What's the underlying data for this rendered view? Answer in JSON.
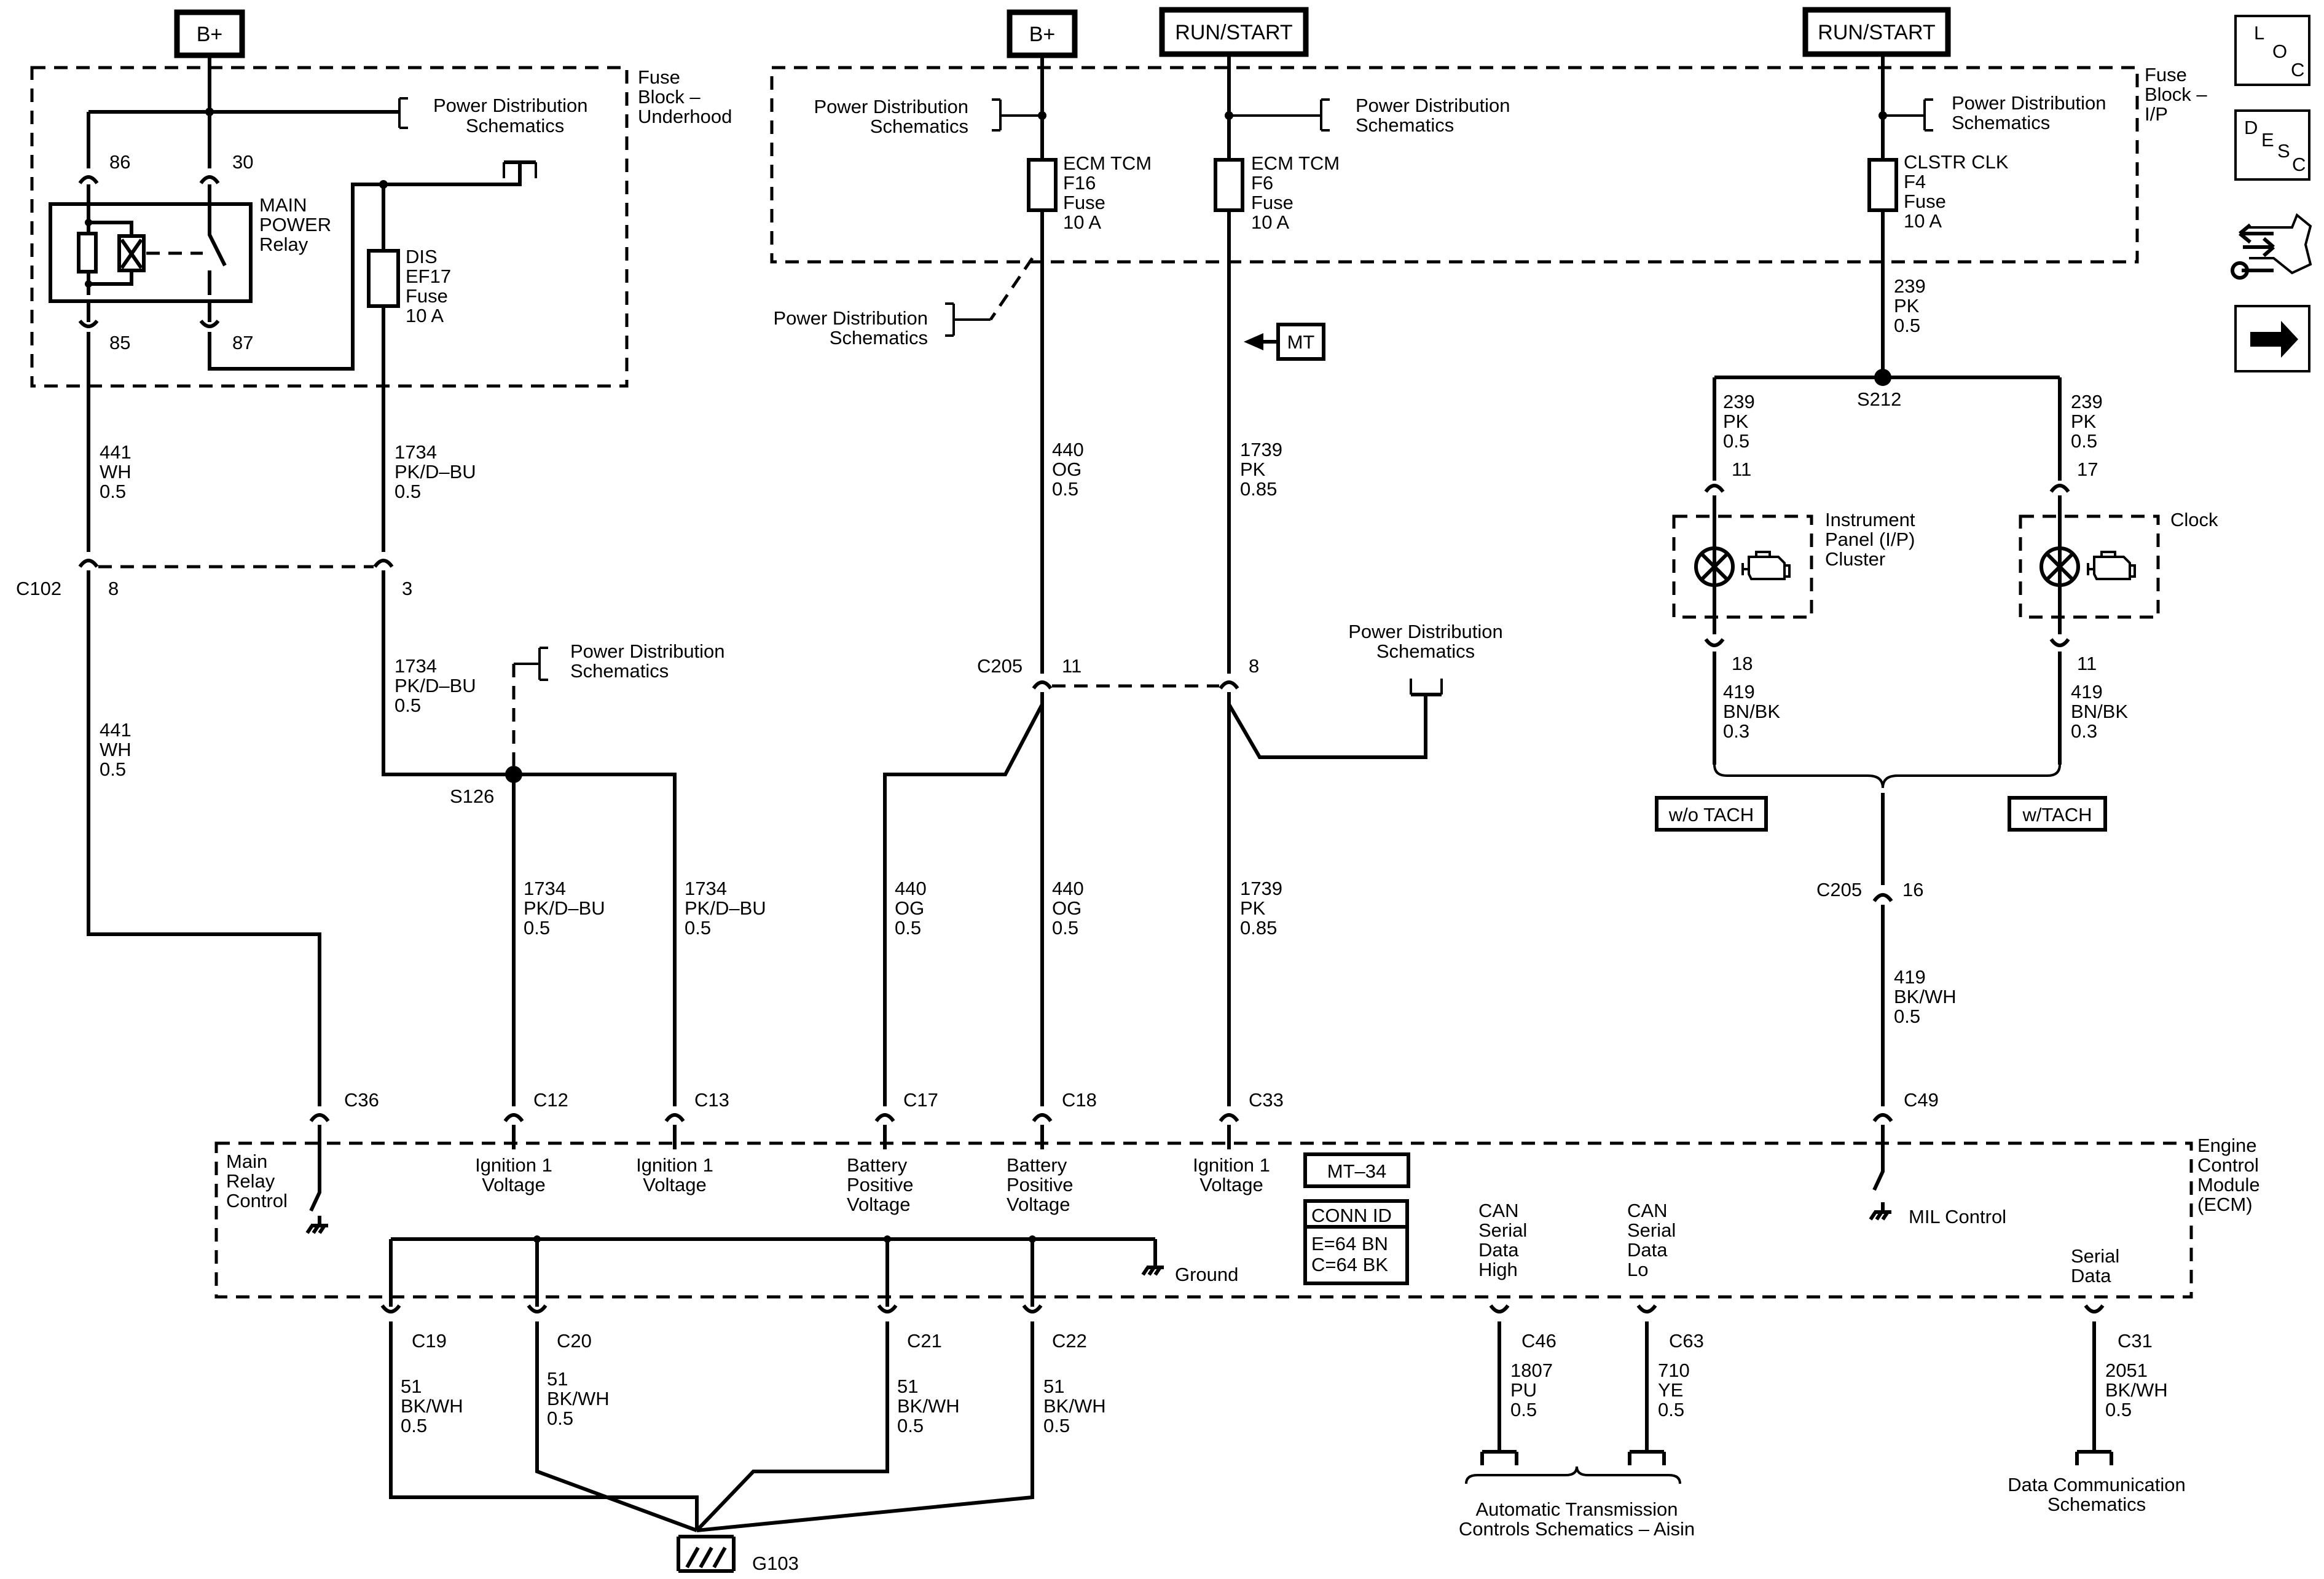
{
  "header": {
    "bplus_1": "B+",
    "bplus_2": "B+",
    "run_start_1": "RUN/START",
    "run_start_2": "RUN/START"
  },
  "fuse_blocks": {
    "underhood": [
      "Fuse",
      "Block –",
      "Underhood"
    ],
    "ip": [
      "Fuse",
      "Block –",
      "I/P"
    ]
  },
  "power_distribution": {
    "line1": "Power Distribution",
    "line2": "Schematics"
  },
  "relay": {
    "title": [
      "MAIN",
      "POWER",
      "Relay"
    ],
    "pin_86": "86",
    "pin_30": "30",
    "pin_85": "85",
    "pin_87": "87"
  },
  "fuses": {
    "ef17": [
      "DIS",
      "EF17",
      "Fuse",
      "10 A"
    ],
    "f16": [
      "ECM TCM",
      "F16",
      "Fuse",
      "10 A"
    ],
    "f6": [
      "ECM TCM",
      "F6",
      "Fuse",
      "10 A"
    ],
    "f4": [
      "CLSTR CLK",
      "F4",
      "Fuse",
      "10 A"
    ]
  },
  "wires": {
    "w441": [
      "441",
      "WH",
      "0.5"
    ],
    "w1734": [
      "1734",
      "PK/D–BU",
      "0.5"
    ],
    "w440": [
      "440",
      "OG",
      "0.5"
    ],
    "w1739": [
      "1739",
      "PK",
      "0.85"
    ],
    "w239": [
      "239",
      "PK",
      "0.5"
    ],
    "w419bk": [
      "419",
      "BN/BK",
      "0.3"
    ],
    "w419wh": [
      "419",
      "BK/WH",
      "0.5"
    ],
    "w51": [
      "51",
      "BK/WH",
      "0.5"
    ],
    "w1807": [
      "1807",
      "PU",
      "0.5"
    ],
    "w710": [
      "710",
      "YE",
      "0.5"
    ],
    "w2051": [
      "2051",
      "BK/WH",
      "0.5"
    ]
  },
  "connectors": {
    "c102": "C102",
    "c102_8": "8",
    "c102_3": "3",
    "c205": "C205",
    "c205_11": "11",
    "c205_8": "8",
    "c205b": "C205",
    "c205b_16": "16",
    "s126": "S126",
    "s212": "S212",
    "mt": "MT",
    "cluster_11": "11",
    "cluster_18": "18",
    "clock_17": "17",
    "clock_11": "11",
    "wo_tach": "w/o TACH",
    "w_tach": "w/TACH"
  },
  "devices": {
    "cluster": [
      "Instrument",
      "Panel (I/P)",
      "Cluster"
    ],
    "clock": "Clock"
  },
  "ecm": {
    "title": [
      "Engine",
      "Control",
      "Module",
      "(ECM)"
    ],
    "pins": {
      "c36": "C36",
      "c12": "C12",
      "c13": "C13",
      "c17": "C17",
      "c18": "C18",
      "c33": "C33",
      "c49": "C49",
      "c19": "C19",
      "c20": "C20",
      "c21": "C21",
      "c22": "C22",
      "c46": "C46",
      "c63": "C63",
      "c31": "C31"
    },
    "labels": {
      "main_relay": [
        "Main",
        "Relay",
        "Control"
      ],
      "ign1_a": [
        "Ignition 1",
        "Voltage"
      ],
      "ign1_b": [
        "Ignition 1",
        "Voltage"
      ],
      "batt_a": [
        "Battery",
        "Positive",
        "Voltage"
      ],
      "batt_b": [
        "Battery",
        "Positive",
        "Voltage"
      ],
      "ign1_c": [
        "Ignition 1",
        "Voltage"
      ],
      "mil": "MIL Control",
      "ground": "Ground",
      "can_high": [
        "CAN",
        "Serial",
        "Data",
        "High"
      ],
      "can_lo": [
        "CAN",
        "Serial",
        "Data",
        "Lo"
      ],
      "serial": [
        "Serial",
        "Data"
      ]
    },
    "mt34": "MT–34",
    "conn_id": [
      "CONN ID",
      "E=64 BN",
      "C=64 BK"
    ]
  },
  "bottom": {
    "g103": "G103",
    "auto_trans": [
      "Automatic Transmission",
      "Controls Schematics – Aisin"
    ],
    "data_comm": [
      "Data Communication",
      "Schematics"
    ]
  },
  "nav": {
    "loc": [
      "L",
      "O",
      "C"
    ],
    "desc": [
      "D",
      "E",
      "S",
      "C"
    ]
  }
}
